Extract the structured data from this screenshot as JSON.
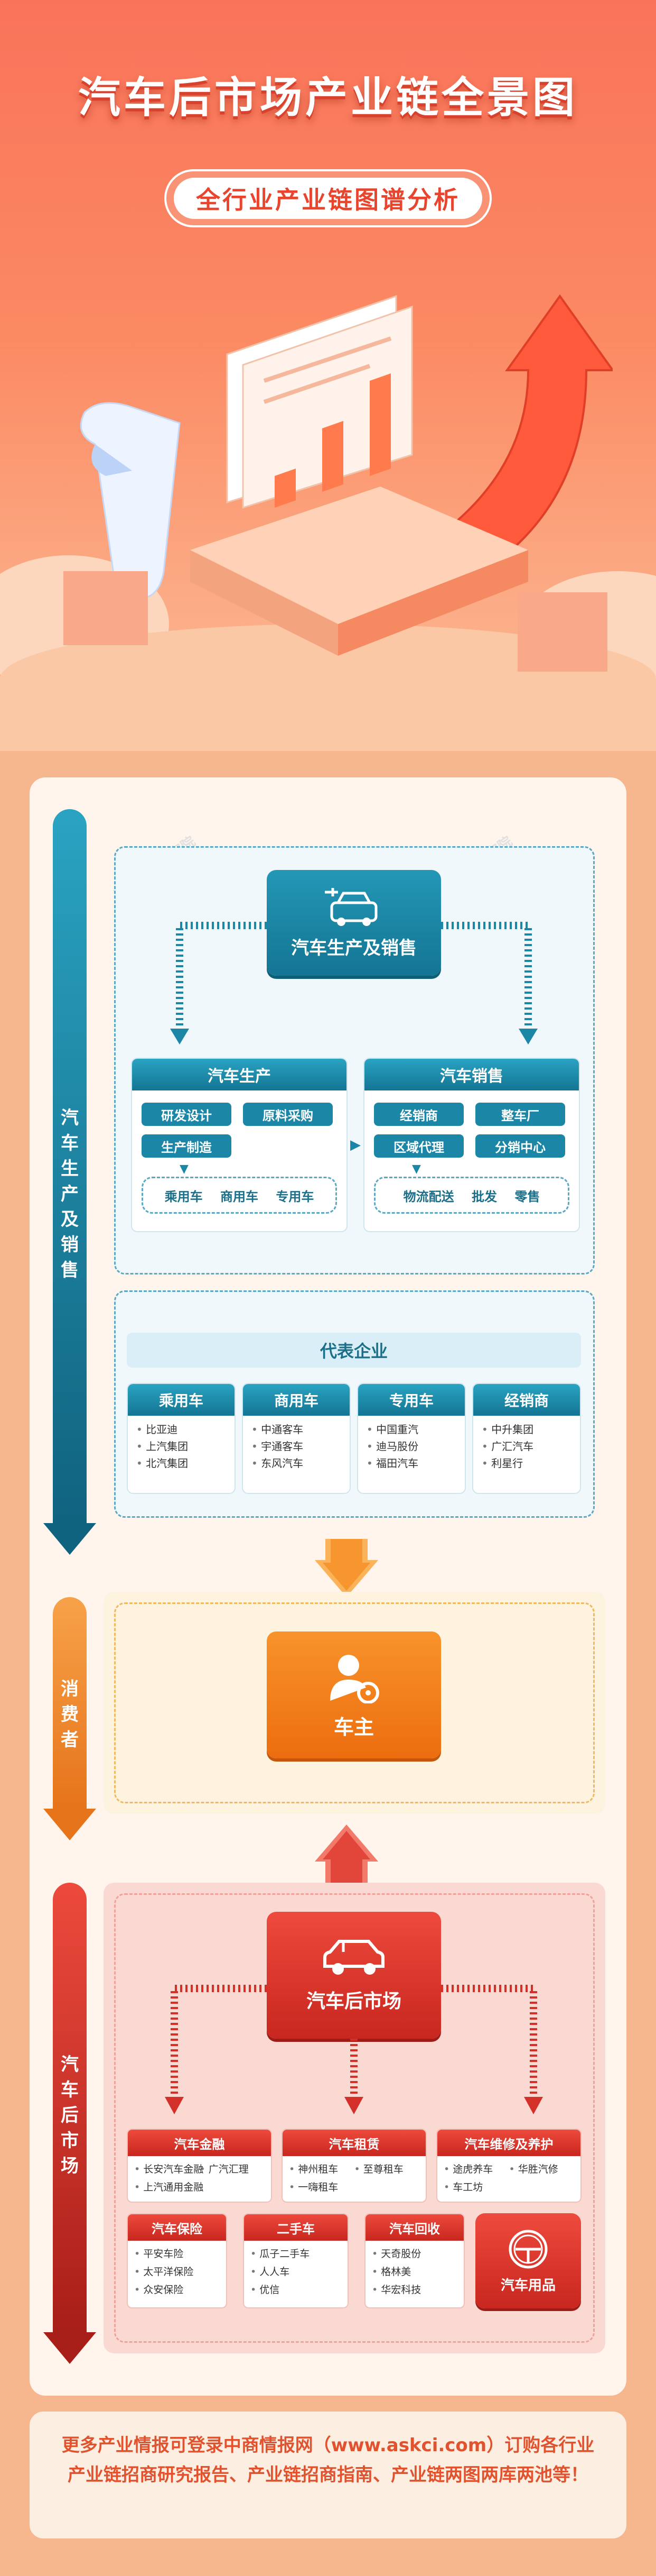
{
  "header": {
    "title": "汽车后市场产业链全景图",
    "subtitle": "全行业产业链图谱分析"
  },
  "sides": [
    {
      "label": "汽车生产及销售",
      "color": "#1c86a6"
    },
    {
      "label": "消费者",
      "color": "#f08423"
    },
    {
      "label": "汽车后市场",
      "color": "#e0352b"
    }
  ],
  "production": {
    "hub_label": "汽车生产及销售",
    "make": {
      "title": "汽车生产",
      "chips": [
        "研发设计",
        "原料采购",
        "生产制造"
      ],
      "products": "乘用车    商用车    专用车"
    },
    "sales": {
      "title": "汽车销售",
      "chips": [
        "经销商",
        "整车厂",
        "区域代理",
        "分销中心"
      ],
      "channels": "物流配送    批发    零售"
    },
    "companies": {
      "title": "代表企业",
      "groups": [
        {
          "name": "乘用车",
          "items": [
            "比亚迪",
            "上汽集团",
            "北汽集团"
          ]
        },
        {
          "name": "商用车",
          "items": [
            "中通客车",
            "宇通客车",
            "东风汽车"
          ]
        },
        {
          "name": "专用车",
          "items": [
            "中国重汽",
            "迪马股份",
            "福田汽车"
          ]
        },
        {
          "name": "经销商",
          "items": [
            "中升集团",
            "广汇汽车",
            "利星行"
          ]
        }
      ]
    }
  },
  "consumer": {
    "label": "车主"
  },
  "aftermarket": {
    "hub_label": "汽车后市场",
    "groups": [
      {
        "name": "汽车金融",
        "items": [
          "长安汽车金融",
          "广汽汇理",
          "上汽通用金融"
        ]
      },
      {
        "name": "汽车租赁",
        "items": [
          "神州租车",
          "至尊租车",
          "一嗨租车"
        ]
      },
      {
        "name": "汽车维修及养护",
        "items": [
          "途虎养车",
          "华胜汽修",
          "车工坊"
        ]
      },
      {
        "name": "汽车保险",
        "items": [
          "平安车险",
          "太平洋保险",
          "众安保险"
        ]
      },
      {
        "name": "二手车",
        "items": [
          "瓜子二手车",
          "人人车",
          "优信"
        ]
      },
      {
        "name": "汽车回收",
        "items": [
          "天奇股份",
          "格林美",
          "华宏科技"
        ]
      }
    ],
    "products_label": "汽车用品"
  },
  "footer": {
    "text": "更多产业情报可登录中商情报网（www.askci.com）订购各行业产业链招商研究报告、产业链招商指南、产业链两图两库两池等！"
  },
  "watermark": "中商产业研究院"
}
